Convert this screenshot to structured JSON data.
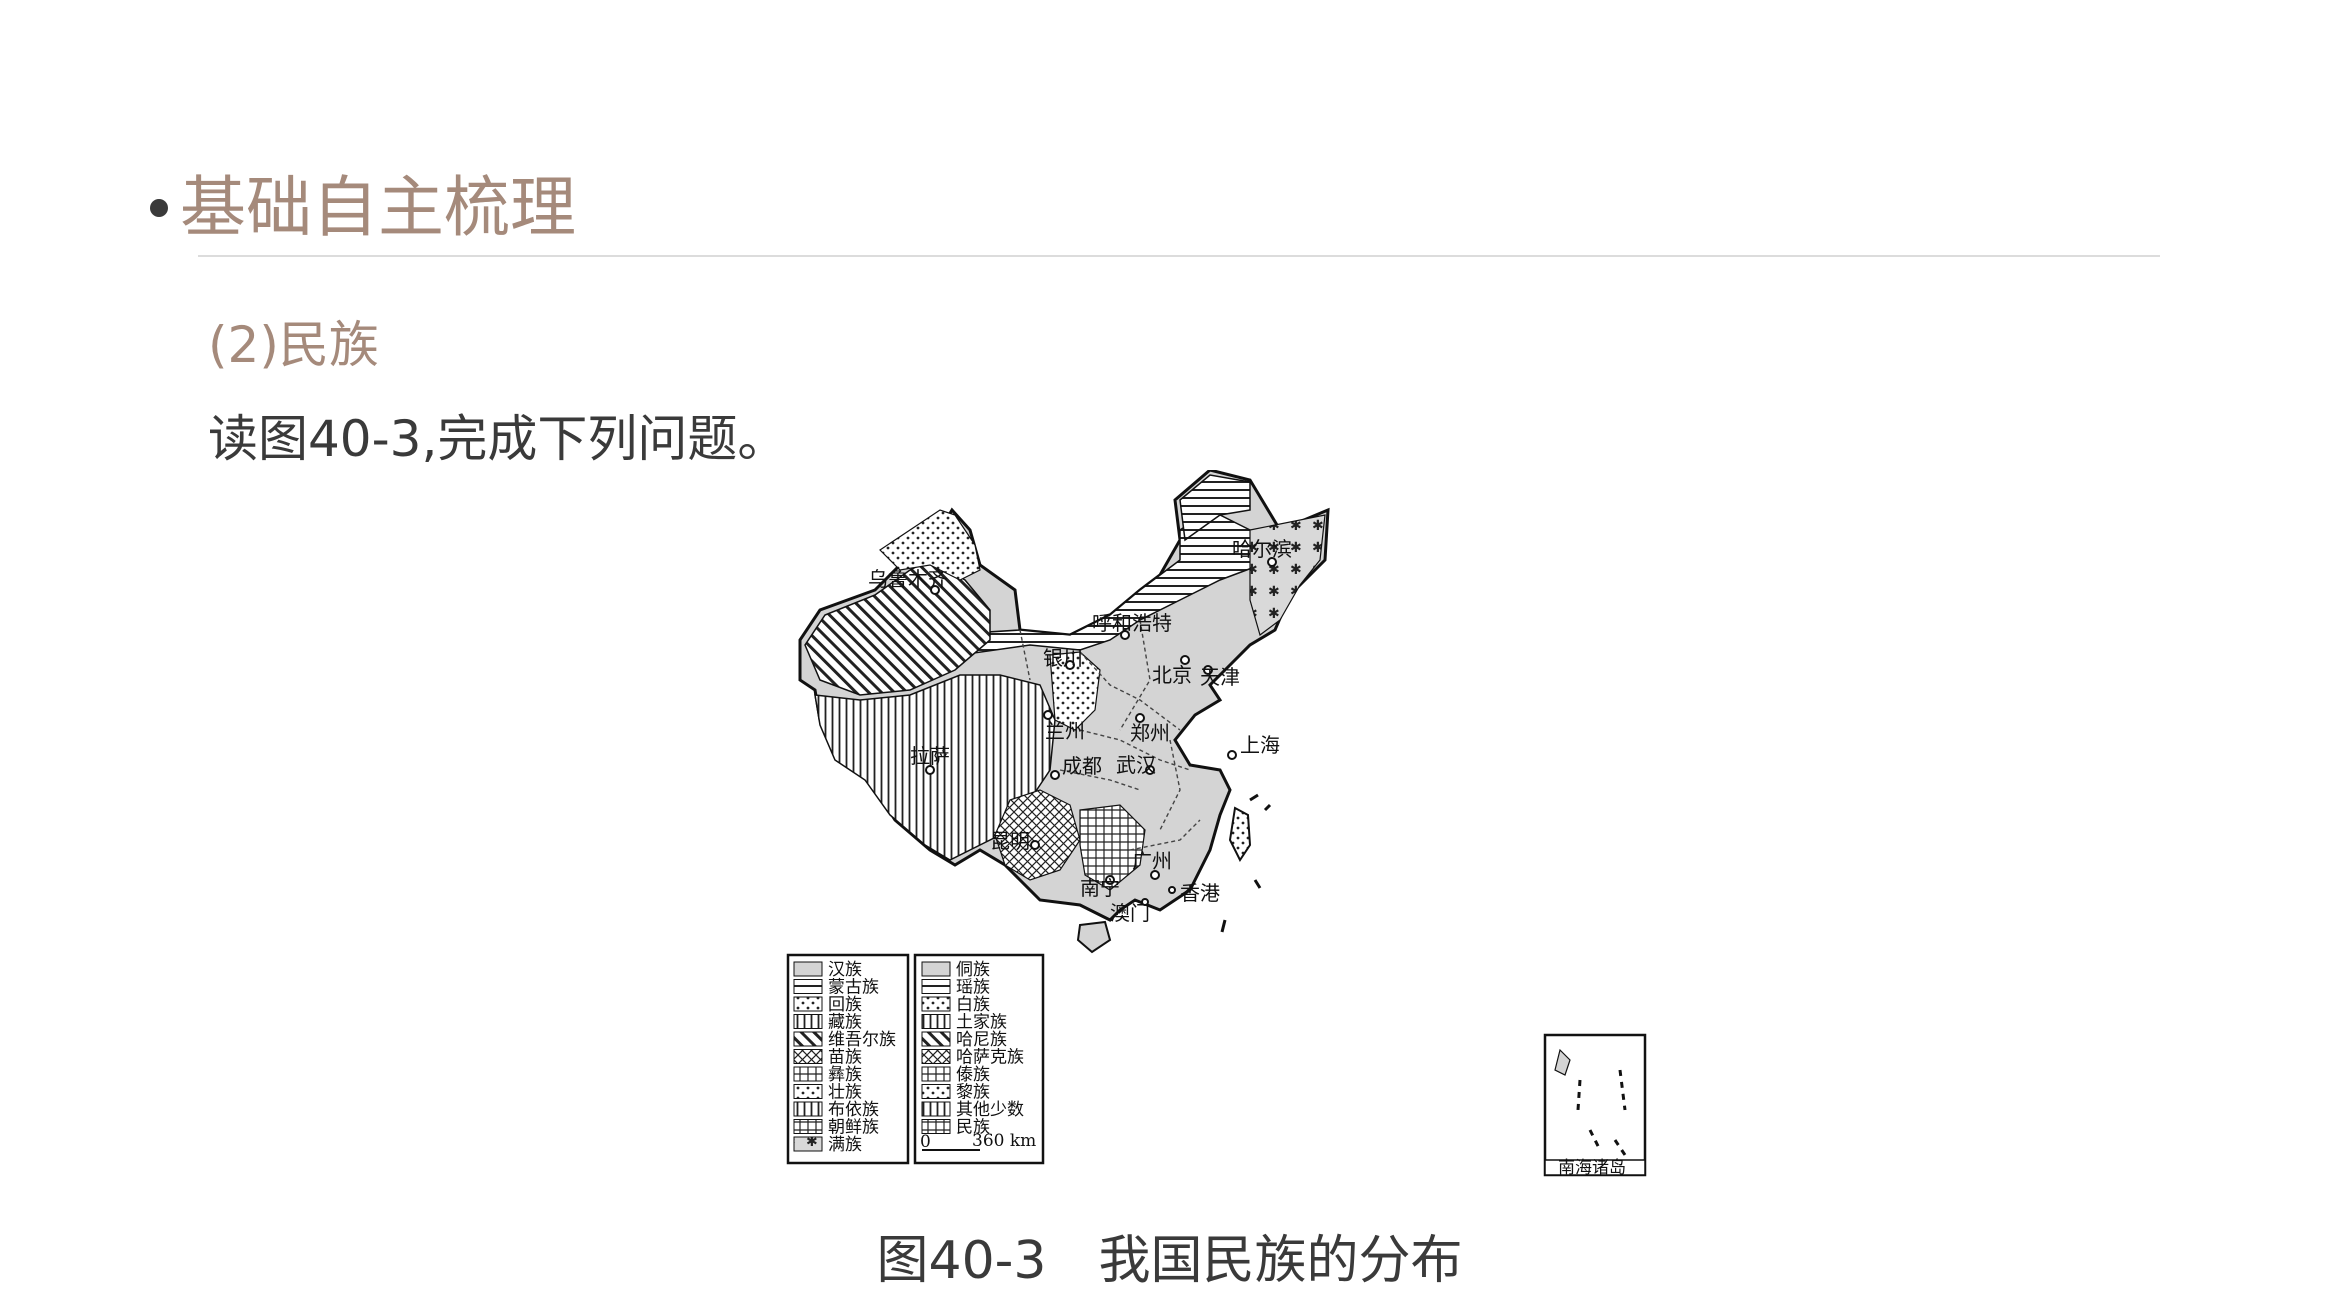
{
  "header": {
    "title": "基础自主梳理"
  },
  "content": {
    "subheading": "(2)民族",
    "prompt": "读图40-3,完成下列问题。"
  },
  "figure": {
    "caption": "图40-3　我国民族的分布",
    "cities": [
      "哈尔滨",
      "乌鲁木齐",
      "呼和浩特",
      "银川",
      "北京",
      "天津",
      "兰州",
      "郑州",
      "上海",
      "拉萨",
      "成都",
      "武汉",
      "昆明",
      "南宁",
      "广州",
      "香港",
      "澳门"
    ],
    "legend_left": [
      "汉族",
      "蒙古族",
      "回族",
      "藏族",
      "维吾尔族",
      "苗族",
      "彝族",
      "壮族",
      "布依族",
      "朝鲜族",
      "满族"
    ],
    "legend_right": [
      "侗族",
      "瑶族",
      "白族",
      "土家族",
      "哈尼族",
      "哈萨克族",
      "傣族",
      "黎族",
      "其他少数",
      "民族"
    ],
    "scale_zero": "0",
    "scale_label": "360 km",
    "inset_label": "南海诸岛"
  }
}
